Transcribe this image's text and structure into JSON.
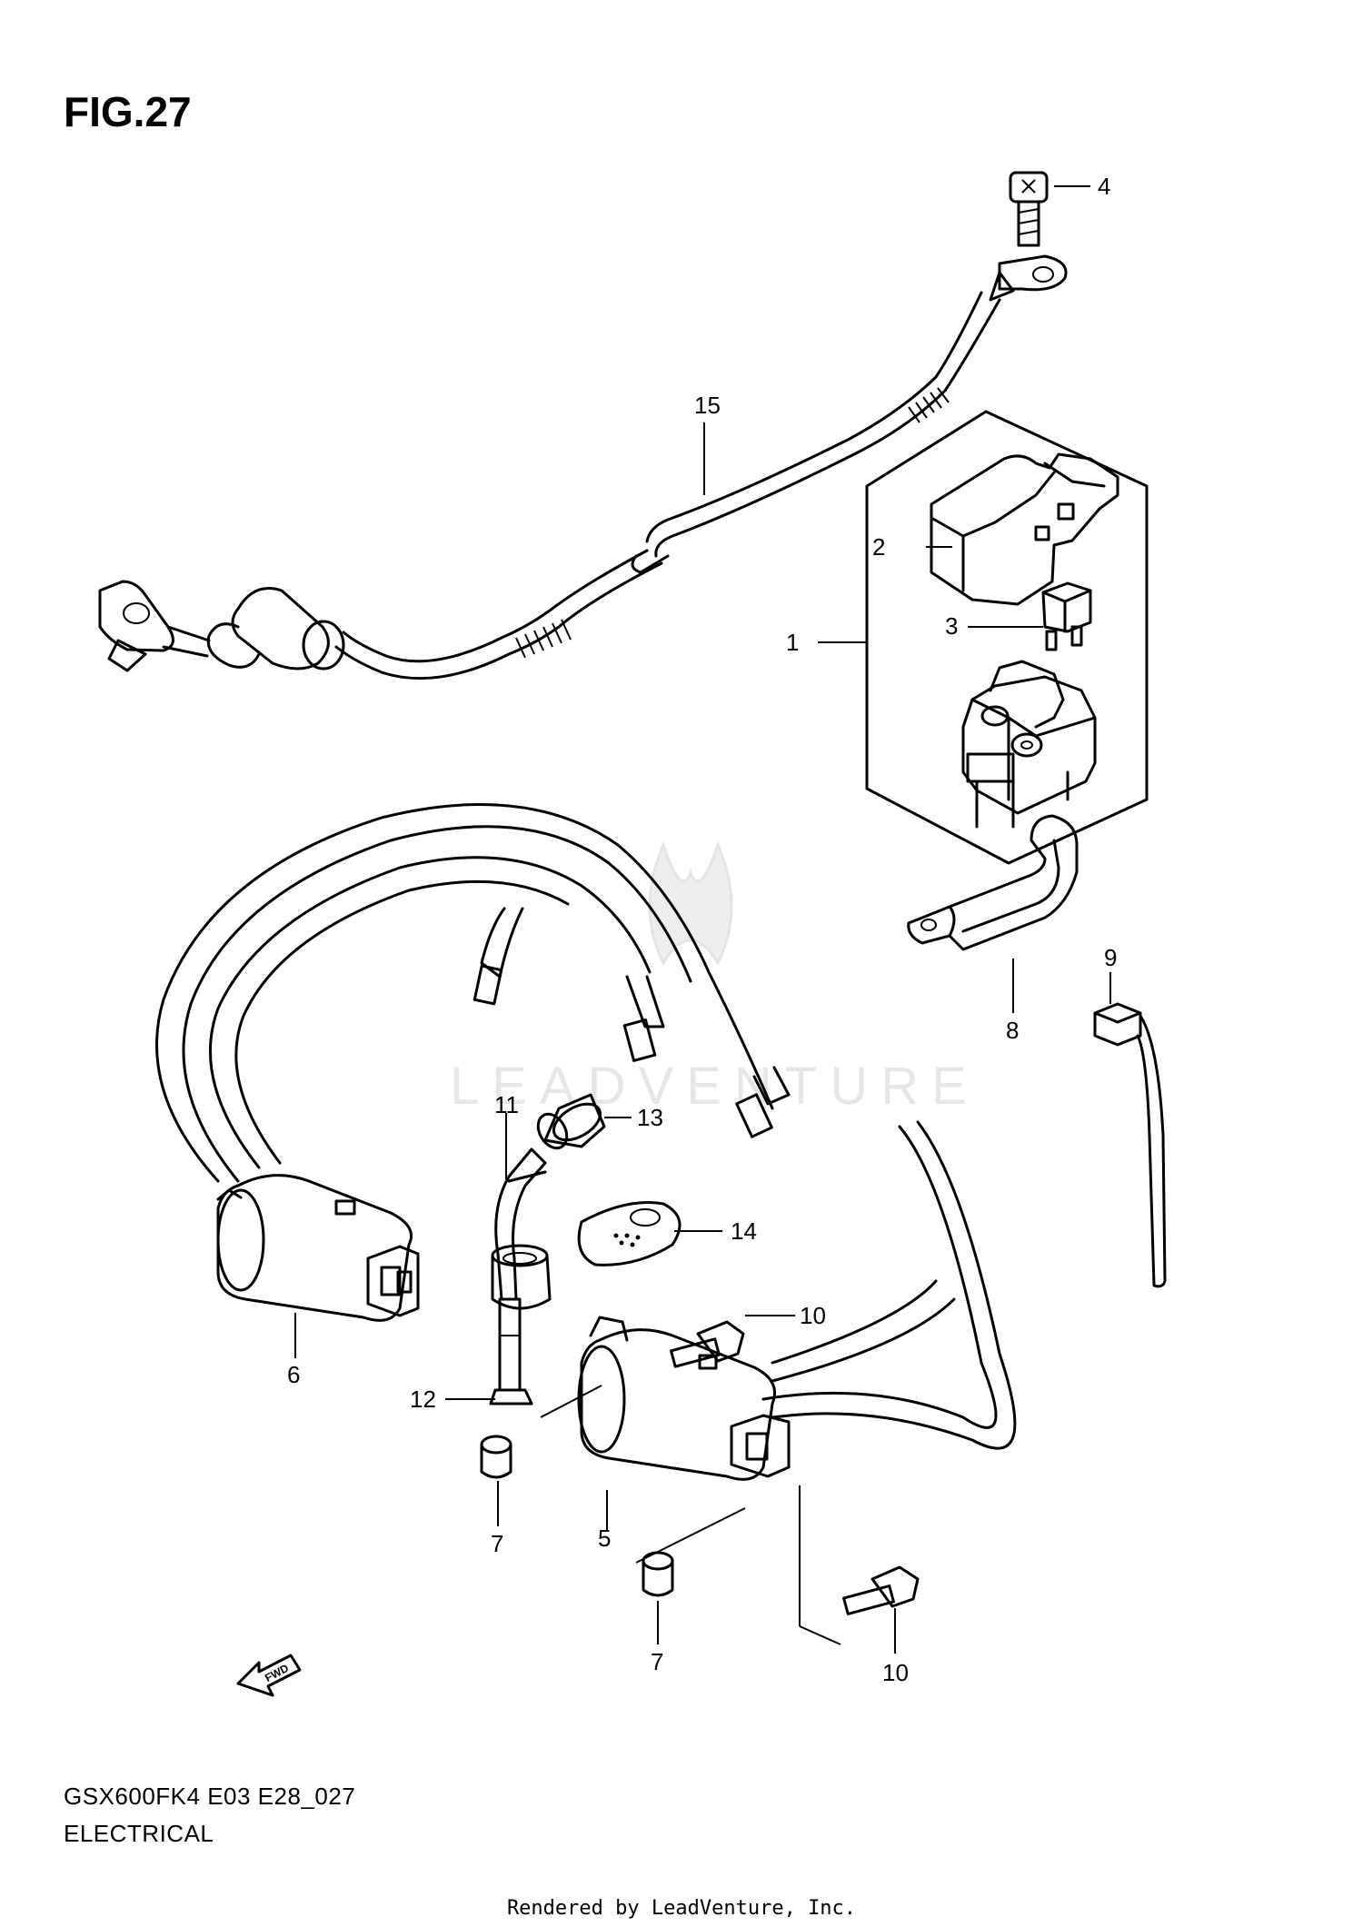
{
  "figure": {
    "title": "FIG.27",
    "model_code": "GSX600FK4 E03 E28_027",
    "section": "ELECTRICAL",
    "footer": "Rendered by LeadVenture, Inc.",
    "watermark": "LEADVENTURE",
    "fwd_label": "FWD"
  },
  "callouts": {
    "c1": "1",
    "c2": "2",
    "c3": "3",
    "c4": "4",
    "c5": "5",
    "c6": "6",
    "c7a": "7",
    "c7b": "7",
    "c8": "8",
    "c9": "9",
    "c10a": "10",
    "c10b": "10",
    "c11": "11",
    "c12": "12",
    "c13": "13",
    "c14": "14",
    "c15": "15"
  }
}
